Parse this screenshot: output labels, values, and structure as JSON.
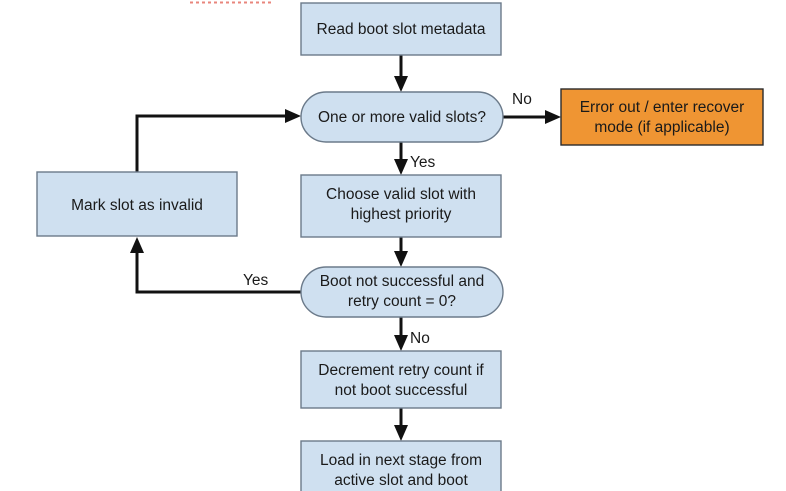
{
  "diagram": {
    "title": "Boot slot selection flowchart",
    "background_color": "#ffffff",
    "palette": {
      "process_fill": "#cfe0f0",
      "process_stroke": "#6b7a8a",
      "error_fill": "#ef9533",
      "error_stroke": "#2b2b2b",
      "connector": "#111111",
      "text": "#1a1a1a",
      "artifact": "#e8867c"
    },
    "nodes": {
      "read_metadata": {
        "label": "Read boot slot metadata",
        "shape": "process"
      },
      "valid_slots_decision": {
        "label": "One or more valid slots?",
        "shape": "decision"
      },
      "error_out": {
        "label_line1": "Error out / enter recover",
        "label_line2": "mode (if applicable)",
        "shape": "process"
      },
      "mark_invalid": {
        "label": "Mark slot as invalid",
        "shape": "process"
      },
      "choose_slot": {
        "label_line1": "Choose valid slot with",
        "label_line2": "highest priority",
        "shape": "process"
      },
      "retry_decision": {
        "label_line1": "Boot not successful and",
        "label_line2": "retry count = 0?",
        "shape": "decision"
      },
      "decrement_retry": {
        "label_line1": "Decrement retry count if",
        "label_line2": "not boot successful",
        "shape": "process"
      },
      "load_next_stage": {
        "label_line1": "Load in next stage from",
        "label_line2": "active slot and boot",
        "shape": "process"
      }
    },
    "edge_labels": {
      "valid_slots_no": "No",
      "valid_slots_yes": "Yes",
      "retry_yes": "Yes",
      "retry_no": "No"
    }
  }
}
